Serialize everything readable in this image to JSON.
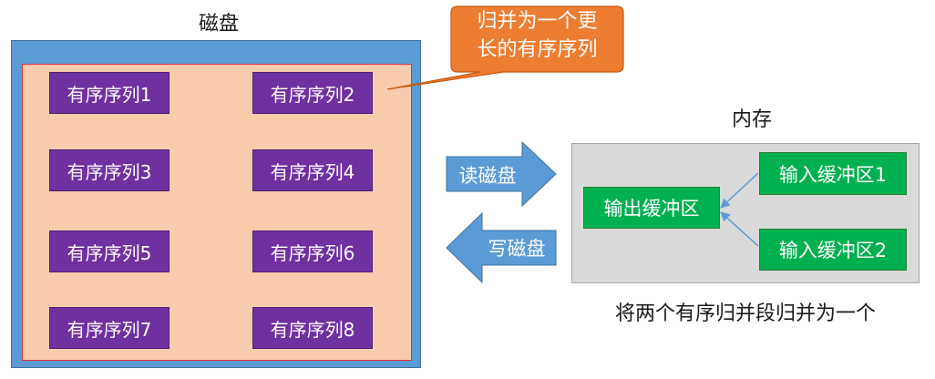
{
  "disk": {
    "title": "磁盘",
    "sequences": [
      "有序序列1",
      "有序序列2",
      "有序序列3",
      "有序序列4",
      "有序序列5",
      "有序序列6",
      "有序序列7",
      "有序序列8"
    ]
  },
  "callout": {
    "line1": "归并为一个更",
    "line2": "长的有序序列"
  },
  "arrows": {
    "read": "读磁盘",
    "write": "写磁盘"
  },
  "memory": {
    "title": "内存",
    "output_buffer": "输出缓冲区",
    "input_buffer_1": "输入缓冲区1",
    "input_buffer_2": "输入缓冲区2",
    "caption": "将两个有序归并段归并为一个"
  },
  "colors": {
    "disk_outer": "#5b9bd5",
    "disk_inner": "#f8cbad",
    "sequence": "#7030a0",
    "buffer": "#00b050",
    "memory_bg": "#d9d9d9",
    "callout": "#ed7d31",
    "arrow": "#5b9bd5"
  }
}
